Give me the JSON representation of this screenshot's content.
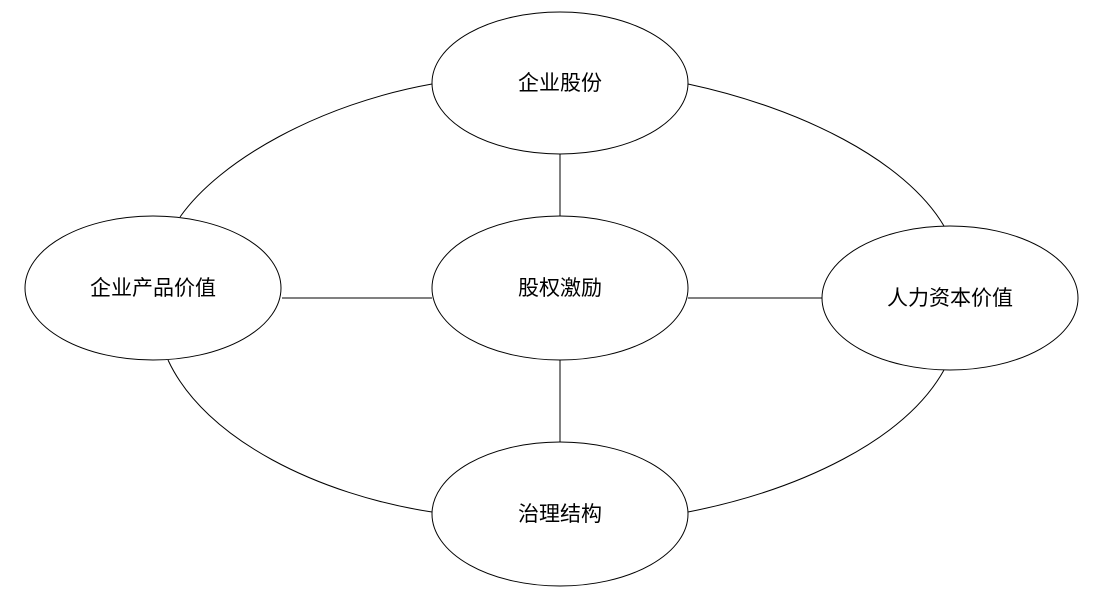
{
  "diagram": {
    "nodes": {
      "top": {
        "label": "企业股份"
      },
      "left": {
        "label": "企业产品价值"
      },
      "center": {
        "label": "股权激励"
      },
      "right": {
        "label": "人力资本价值"
      },
      "bottom": {
        "label": "治理结构"
      }
    },
    "colors": {
      "stroke": "#000000",
      "fill": "#ffffff",
      "background": "#ffffff",
      "text": "#000000"
    }
  }
}
